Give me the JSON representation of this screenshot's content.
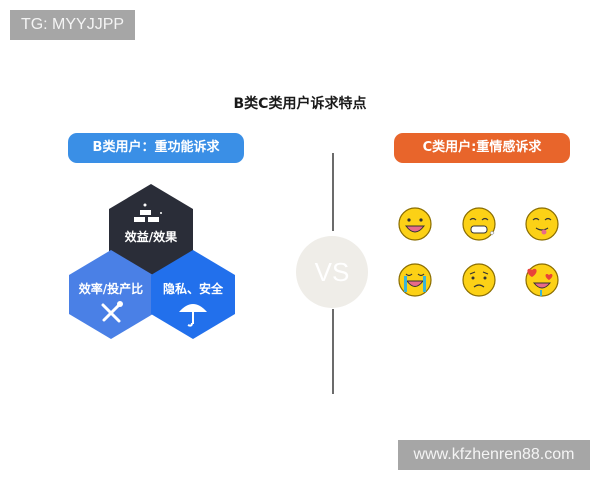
{
  "watermark_top": "TG: MYYJJPP",
  "title": "B类C类用户诉求特点",
  "b_side": {
    "label": "B类用户：重功能诉求",
    "color": "#3a8fe6",
    "hexagons": [
      {
        "label": "效益/效果",
        "icon": "gold-bars-icon",
        "color": "#2a2d38"
      },
      {
        "label": "效率/投产比",
        "icon": "tools-icon",
        "color": "#4a80e6"
      },
      {
        "label": "隐私、安全",
        "icon": "umbrella-icon",
        "color": "#2270ec"
      }
    ]
  },
  "vs_label": "VS",
  "c_side": {
    "label": "C类用户:重情感诉求",
    "color": "#e8652b",
    "emojis": [
      {
        "name": "laughing-emoji"
      },
      {
        "name": "grinning-teeth-emoji"
      },
      {
        "name": "tongue-out-emoji"
      },
      {
        "name": "crying-laughing-emoji"
      },
      {
        "name": "worried-emoji"
      },
      {
        "name": "heart-eyes-emoji"
      }
    ]
  },
  "watermark_bottom": "www.kfzhenren88.com"
}
